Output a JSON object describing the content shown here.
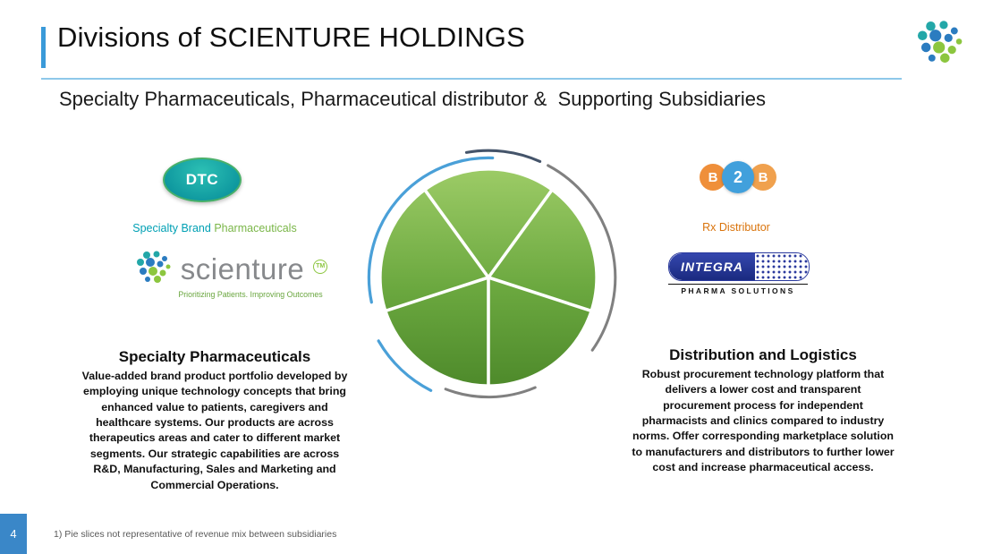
{
  "slide": {
    "title": "Divisions of SCIENTURE HOLDINGS",
    "subtitle": "Specialty Pharmaceuticals, Pharmaceutical distributor &  Supporting Subsidiaries",
    "page_number": "4",
    "footnote": "1) Pie slices not representative of revenue mix between subsidiaries"
  },
  "left_panel": {
    "badge_label": "DTC",
    "category_primary": "Specialty Brand",
    "category_secondary": " Pharmaceuticals",
    "brand_name": "scienture",
    "brand_mark": "TM",
    "brand_tagline": "Prioritizing Patients. Improving Outcomes",
    "heading": "Specialty Pharmaceuticals",
    "body": "Value-added brand product portfolio developed by employing unique technology concepts that bring enhanced value to patients, caregivers and healthcare systems. Our products are across therapeutics areas and cater to different market segments. Our strategic capabilities are across R&D, Manufacturing, Sales and Marketing and Commercial Operations."
  },
  "right_panel": {
    "badge_letters": [
      "B",
      "2",
      "B"
    ],
    "category": "Rx Distributor",
    "brand_name": "INTEGRA",
    "brand_sub": "PHARMA SOLUTIONS",
    "heading": "Distribution and Logistics",
    "body": "Robust procurement technology platform that delivers a lower cost and transparent procurement process for independent pharmacists and clinics compared to industry norms. Offer corresponding marketplace solution to manufacturers and distributors to further lower cost and increase pharmaceutical access."
  },
  "pie": {
    "type": "decorative-pie",
    "slice_count": 5
  },
  "colors": {
    "accent_blue": "#3a9ad9",
    "teal": "#109aa0",
    "green": "#7ab648",
    "orange": "#ef8f3a",
    "integra_blue": "#2b3a9e",
    "pie_light": "#9ccb66",
    "pie_dark": "#4e8a2b",
    "arc_gray": "#808080",
    "arc_navy": "#44546a",
    "page_strip_blue": "#3a87c8"
  }
}
